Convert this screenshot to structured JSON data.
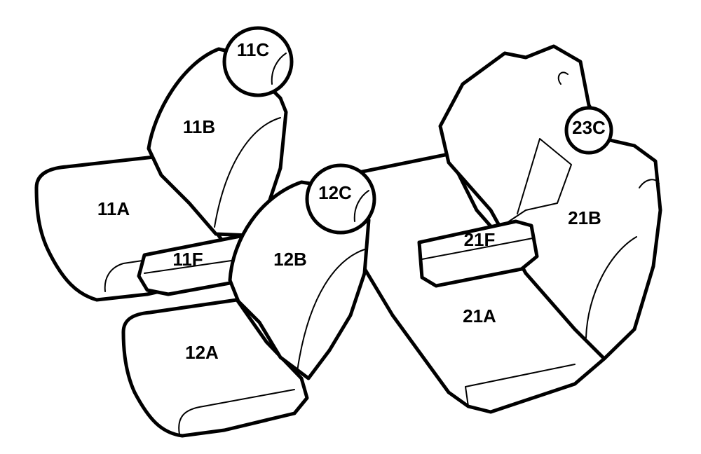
{
  "labels": {
    "11A": "11A",
    "11B": "11B",
    "11C": "11C",
    "11F": "11F",
    "12A": "12A",
    "12B": "12B",
    "12C": "12C",
    "21A": "21A",
    "21B": "21B",
    "21F": "21F",
    "23C": "23C"
  }
}
